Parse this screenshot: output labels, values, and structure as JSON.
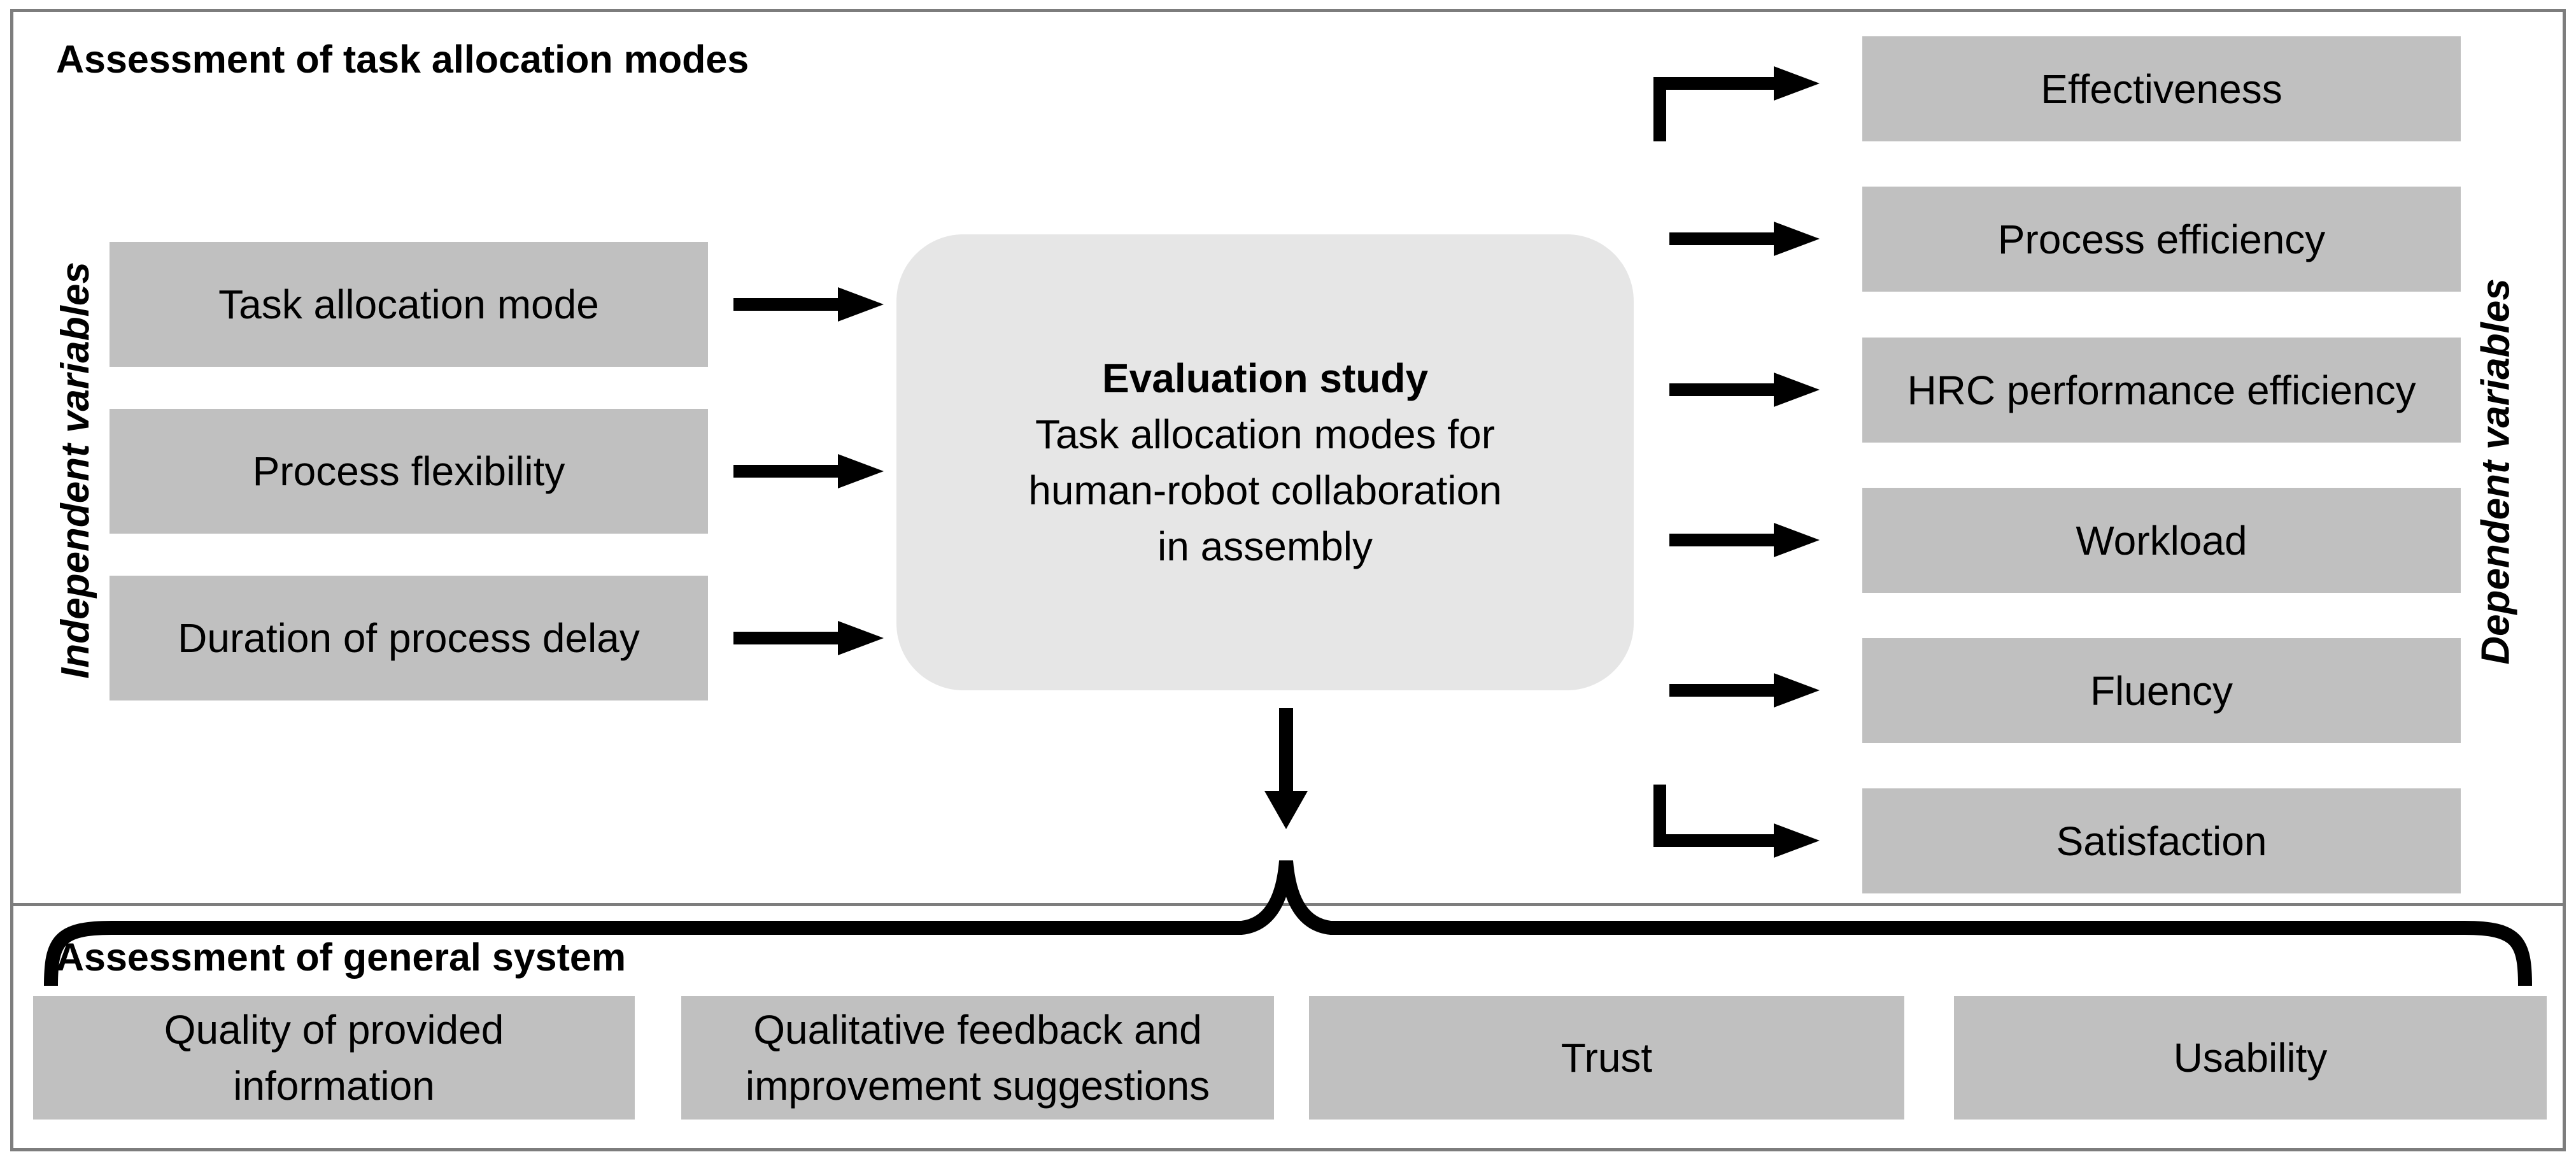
{
  "top_section": {
    "title": "Assessment of task allocation modes",
    "left_label": "Independent variables",
    "right_label": "Dependent variables",
    "independent_variables": [
      "Task allocation mode",
      "Process flexibility",
      "Duration of process delay"
    ],
    "center_box": {
      "title": "Evaluation study",
      "line1": "Task allocation modes for",
      "line2": "human-robot collaboration",
      "line3": "in assembly"
    },
    "dependent_variables": [
      "Effectiveness",
      "Process efficiency",
      "HRC performance efficiency",
      "Workload",
      "Fluency",
      "Satisfaction"
    ]
  },
  "bottom_section": {
    "title": "Assessment of general system",
    "items": [
      {
        "line1": "Quality of provided",
        "line2": "information"
      },
      {
        "line1": "Qualitative feedback and",
        "line2": "improvement suggestions"
      },
      {
        "line1": "Trust",
        "line2": ""
      },
      {
        "line1": "Usability",
        "line2": ""
      }
    ]
  },
  "colors": {
    "box_fill": "#c0c0c0",
    "center_box_fill": "#e6e6e6",
    "frame_border": "#7d7d7d",
    "arrow": "#000000"
  }
}
